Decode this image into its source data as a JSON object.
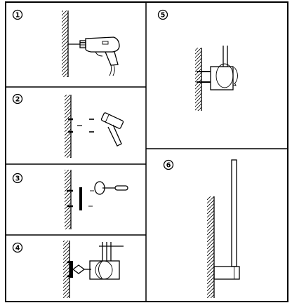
{
  "steps": [
    {
      "id": 1,
      "label": "1"
    },
    {
      "id": 2,
      "label": "2"
    },
    {
      "id": 3,
      "label": "3"
    },
    {
      "id": 4,
      "label": "4"
    },
    {
      "id": 5,
      "label": "5"
    },
    {
      "id": 6,
      "label": "6"
    }
  ],
  "colors": {
    "line": "#000000",
    "background": "#ffffff"
  },
  "icons": {
    "step1": "drill-icon",
    "step2": "hammer-icon",
    "step3": "screwdriver-icon",
    "step4": "bracket-mount-icon",
    "step5": "lamp-body-icon",
    "step6": "finished-wall-lamp-icon"
  }
}
